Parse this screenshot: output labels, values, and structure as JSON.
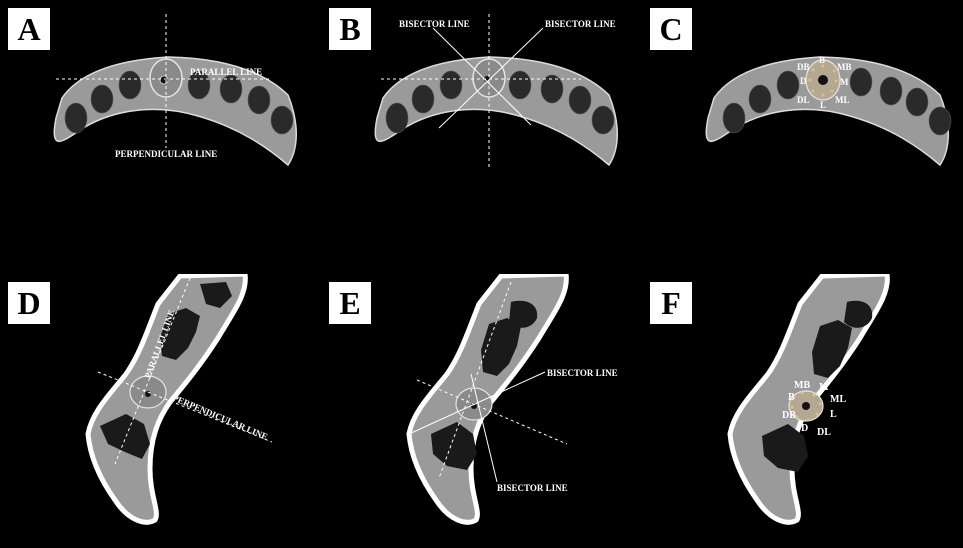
{
  "panels": {
    "a": {
      "letter": "A",
      "parallel": "PARALLEL LINE",
      "perpendicular": "PERPENDICULAR LINE"
    },
    "b": {
      "letter": "B",
      "bisector_left": "BISECTOR LINE",
      "bisector_right": "BISECTOR LINE"
    },
    "c": {
      "letter": "C",
      "labels": {
        "b": "B",
        "mb": "MB",
        "db": "DB",
        "d": "D",
        "m": "M",
        "dl": "DL",
        "l": "L",
        "ml": "ML"
      }
    },
    "d": {
      "letter": "D",
      "parallel": "PARALLEL LINE",
      "perpendicular": "PERPENDICULAR LINE"
    },
    "e": {
      "letter": "E",
      "bisector_top": "BISECTOR LINE",
      "bisector_bottom": "BISECTOR LINE"
    },
    "f": {
      "letter": "F",
      "labels": {
        "mb": "MB",
        "m": "M",
        "b": "B",
        "ml": "ML",
        "db": "DB",
        "l": "L",
        "d": "D",
        "dl": "DL"
      }
    }
  }
}
